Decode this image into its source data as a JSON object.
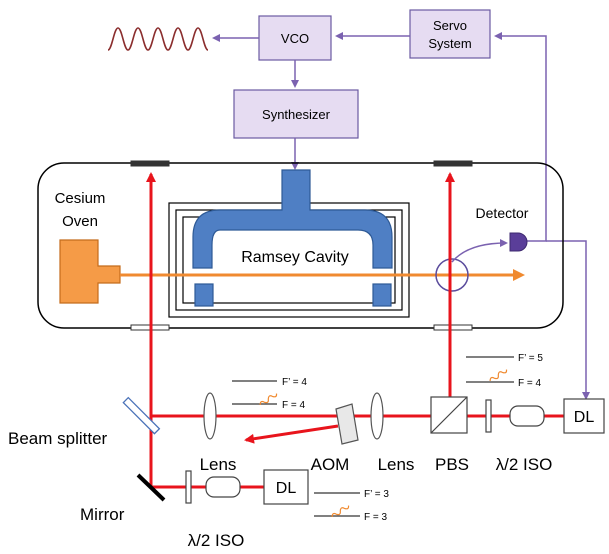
{
  "blocks": {
    "vco": "VCO",
    "servo_line1": "Servo",
    "servo_line2": "System",
    "synthesizer": "Synthesizer"
  },
  "labels": {
    "cesium_line1": "Cesium",
    "cesium_line2": "Oven",
    "ramsey_cavity": "Ramsey Cavity",
    "detector": "Detector",
    "beam_splitter": "Beam splitter",
    "lens_left": "Lens",
    "aom": "AOM",
    "lens_right": "Lens",
    "pbs": "PBS",
    "halfwave_iso_right": "λ/2 ISO",
    "dl_right": "DL",
    "mirror": "Mirror",
    "dl_bottom": "DL",
    "halfwave_iso_bottom": "λ/2 ISO"
  },
  "energy_levels": {
    "left": {
      "upper": "F’ = 4",
      "lower": "F = 4"
    },
    "pbs": {
      "upper": "F’ = 5",
      "lower": "F = 4"
    },
    "bottom": {
      "upper": "F’ = 3",
      "lower": "F = 3"
    }
  },
  "colors": {
    "laser": "#e8141c",
    "signal": "#7b62b0",
    "block_fill": "#e6dcf2",
    "block_stroke": "#6b5aa2",
    "cavity": "#4f7fc4",
    "oven": "#f59b47",
    "beam_atomic": "#f08a30",
    "waveform": "#8b2e2e"
  }
}
